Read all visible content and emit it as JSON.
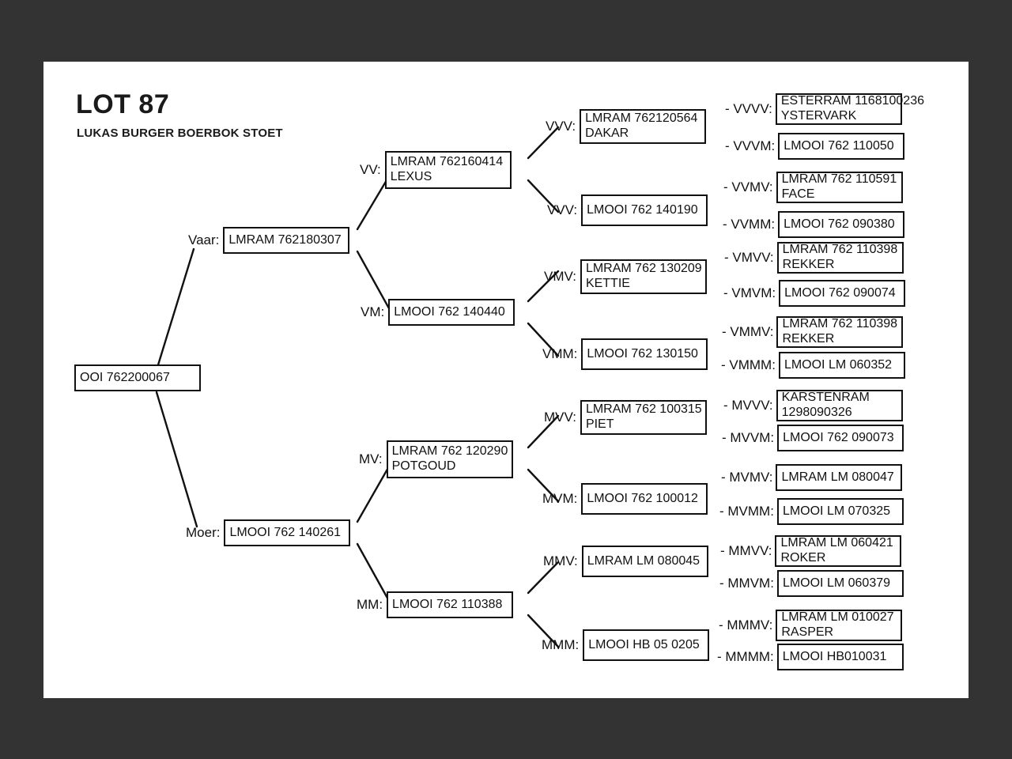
{
  "document": {
    "title": "LOT 87",
    "subtitle": "LUKAS BURGER BOERBOK STOET",
    "background_color": "#333333",
    "page_color": "#ffffff",
    "line_color": "#111111"
  },
  "pedigree": {
    "animal": {
      "tag": "",
      "line1": "OOI 762200067",
      "line2": ""
    },
    "sire": {
      "tag": "Vaar:",
      "line1": "LMRAM 762180307",
      "line2": ""
    },
    "dam": {
      "tag": "Moer:",
      "line1": "LMOOI 762 140261",
      "line2": ""
    },
    "gen2": [
      {
        "tag": "VV:",
        "line1": "LMRAM 762160414",
        "line2": "LEXUS"
      },
      {
        "tag": "VM:",
        "line1": "LMOOI 762 140440",
        "line2": ""
      },
      {
        "tag": "MV:",
        "line1": "LMRAM 762 120290",
        "line2": "POTGOUD"
      },
      {
        "tag": "MM:",
        "line1": "LMOOI 762 110388",
        "line2": ""
      }
    ],
    "gen3": [
      {
        "tag": "VVV:",
        "line1": "LMRAM 762120564",
        "line2": "DAKAR"
      },
      {
        "tag": "VVV:",
        "line1": "LMOOI 762 140190",
        "line2": ""
      },
      {
        "tag": "VMV:",
        "line1": "LMRAM 762 130209",
        "line2": "KETTIE"
      },
      {
        "tag": "VMM:",
        "line1": "LMOOI 762 130150",
        "line2": ""
      },
      {
        "tag": "MVV:",
        "line1": "LMRAM 762 100315",
        "line2": "PIET"
      },
      {
        "tag": "MVM:",
        "line1": "LMOOI 762 100012",
        "line2": ""
      },
      {
        "tag": "MMV:",
        "line1": "LMRAM LM 080045",
        "line2": ""
      },
      {
        "tag": "MMM:",
        "line1": "LMOOI HB 05 0205",
        "line2": ""
      }
    ],
    "gen4": [
      {
        "tag": "- VVVV:",
        "line1": "ESTERRAM 1168100236",
        "line2": "YSTERVARK"
      },
      {
        "tag": "- VVVM:",
        "line1": "LMOOI 762 110050",
        "line2": ""
      },
      {
        "tag": "- VVMV:",
        "line1": "LMRAM 762 110591",
        "line2": "FACE"
      },
      {
        "tag": "- VVMM:",
        "line1": "LMOOI 762 090380",
        "line2": ""
      },
      {
        "tag": "- VMVV:",
        "line1": "LMRAM 762 110398",
        "line2": "REKKER"
      },
      {
        "tag": "- VMVM:",
        "line1": "LMOOI 762 090074",
        "line2": ""
      },
      {
        "tag": "- VMMV:",
        "line1": "LMRAM 762 110398",
        "line2": "REKKER"
      },
      {
        "tag": "- VMMM:",
        "line1": "LMOOI LM 060352",
        "line2": ""
      },
      {
        "tag": "- MVVV:",
        "line1": "KARSTENRAM",
        "line2": "1298090326"
      },
      {
        "tag": "- MVVM:",
        "line1": "LMOOI 762 090073",
        "line2": ""
      },
      {
        "tag": "- MVMV:",
        "line1": "LMRAM LM 080047",
        "line2": ""
      },
      {
        "tag": "- MVMM:",
        "line1": "LMOOI LM 070325",
        "line2": ""
      },
      {
        "tag": "- MMVV:",
        "line1": "LMRAM LM 060421",
        "line2": "ROKER"
      },
      {
        "tag": "- MMVM:",
        "line1": "LMOOI LM 060379",
        "line2": ""
      },
      {
        "tag": "- MMMV:",
        "line1": "LMRAM LM 010027",
        "line2": "RASPER"
      },
      {
        "tag": "- MMMM:",
        "line1": "LMOOI HB010031",
        "line2": ""
      }
    ]
  }
}
